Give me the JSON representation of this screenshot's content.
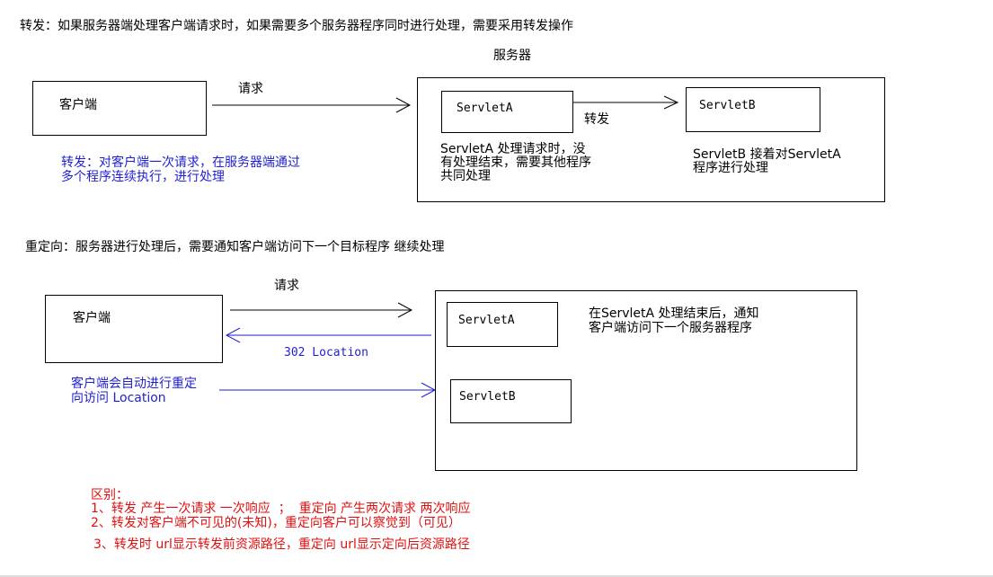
{
  "forward": {
    "heading": "转发：如果服务器端处理客户端请求时，如果需要多个服务器程序同时进行处理，需要采用转发操作",
    "server_label": "服务器",
    "client_label": "客户端",
    "request_label": "请求",
    "servlet_a": "ServletA",
    "servlet_b": "ServletB",
    "forward_label": "转发",
    "note_a": "ServletA 处理请求时，没\n有处理结束，需要其他程序\n共同处理",
    "note_b": "ServletB 接着对ServletA\n程序进行处理",
    "client_note": "转发：对客户端一次请求，在服务器端通过\n多个程序连续执行，进行处理"
  },
  "redirect": {
    "heading": "重定向：服务器进行处理后，需要通知客户端访问下一个目标程序 继续处理",
    "client_label": "客户端",
    "request_label": "请求",
    "location_label": "302 Location",
    "servlet_a": "ServletA",
    "servlet_b": "ServletB",
    "note_a": "在ServletA 处理结束后，通知\n客户端访问下一个服务器程序",
    "client_note": "客户端会自动进行重定\n向访问 Location"
  },
  "difference": {
    "title": "区别：",
    "line1": "1、转发 产生一次请求 一次响应  ；  重定向 产生两次请求 两次响应",
    "line2": "2、转发对客户端不可见的(未知)，重定向客户可以察觉到（可见）",
    "line3": "3、转发时 url显示转发前资源路径，重定向 url显示定向后资源路径"
  },
  "colors": {
    "blue_text": "#1f1fd0",
    "red_text": "#e01010",
    "arrow_black": "#000000",
    "arrow_blue": "#1f1fd0"
  }
}
